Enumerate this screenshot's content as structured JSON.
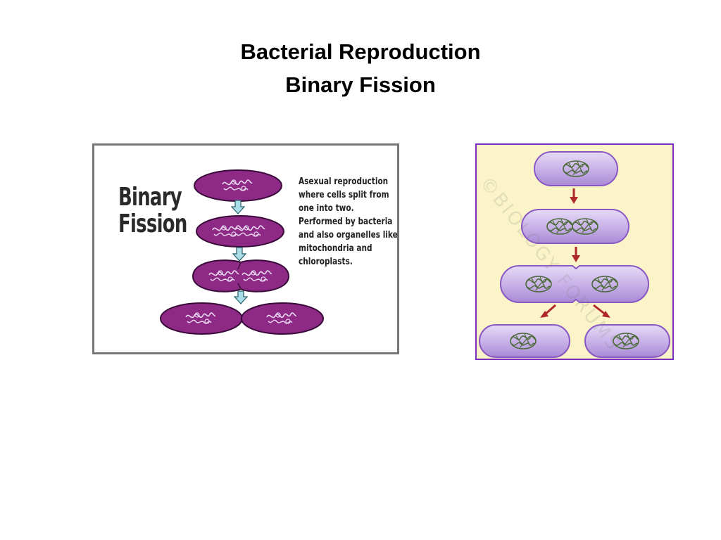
{
  "title": {
    "line1": "Bacterial Reproduction",
    "line2": "Binary Fission"
  },
  "left_figure": {
    "heading_line1": "Binary",
    "heading_line2": "Fission",
    "description_lines": [
      "Asexual reproduction",
      "where cells split from",
      "one into two.",
      "Performed by bacteria",
      "and also organelles like",
      "mitochondria and",
      "chloroplasts."
    ],
    "colors": {
      "cell_fill": "#8e2a86",
      "cell_stroke": "#3a0a3a",
      "dna": "#e8d8f0",
      "arrow_fill": "#a9dde8",
      "arrow_stroke": "#2b5b66"
    }
  },
  "right_figure": {
    "watermark": "©BIOLOGY FORUMS",
    "colors": {
      "background": "#fbf4c8",
      "border": "#7a2fbf",
      "cell_fill": "#c9b3e8",
      "cell_stroke": "#8a58c4",
      "dna": "#4d6b3a",
      "arrow": "#b0282a"
    }
  }
}
